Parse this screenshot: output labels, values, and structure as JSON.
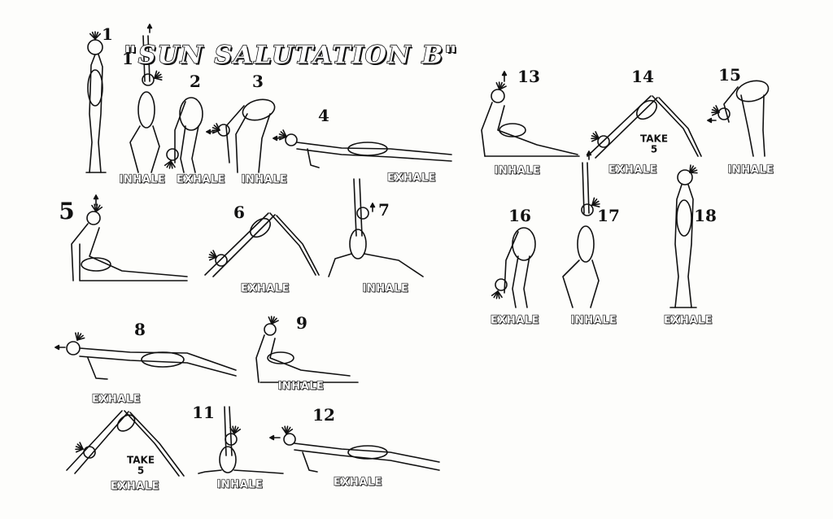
{
  "title": "\"SUN SALUTATION B\"",
  "numbers": [
    "1",
    "1",
    "2",
    "3",
    "4",
    "5",
    "6",
    "7",
    "8",
    "9",
    "11",
    "12",
    "13",
    "14",
    "15",
    "16",
    "17",
    "18"
  ],
  "breath_labels": {
    "inhale": "INHALE",
    "exhale": "EXHALE"
  },
  "take_labels": [
    {
      "line1": "TAKE",
      "line2": "5"
    },
    {
      "line1": "TAKE",
      "line2": "5"
    }
  ],
  "figure_icons": [
    "standing-pose-icon",
    "arms-up-pose-icon",
    "forward-fold-pose-icon",
    "half-lift-pose-icon",
    "chaturanga-pose-icon",
    "upward-dog-pose-icon",
    "downward-dog-pose-icon",
    "warrior-one-pose-icon"
  ],
  "colors": {
    "ink": "#111111",
    "paper": "#fdfdfb"
  }
}
